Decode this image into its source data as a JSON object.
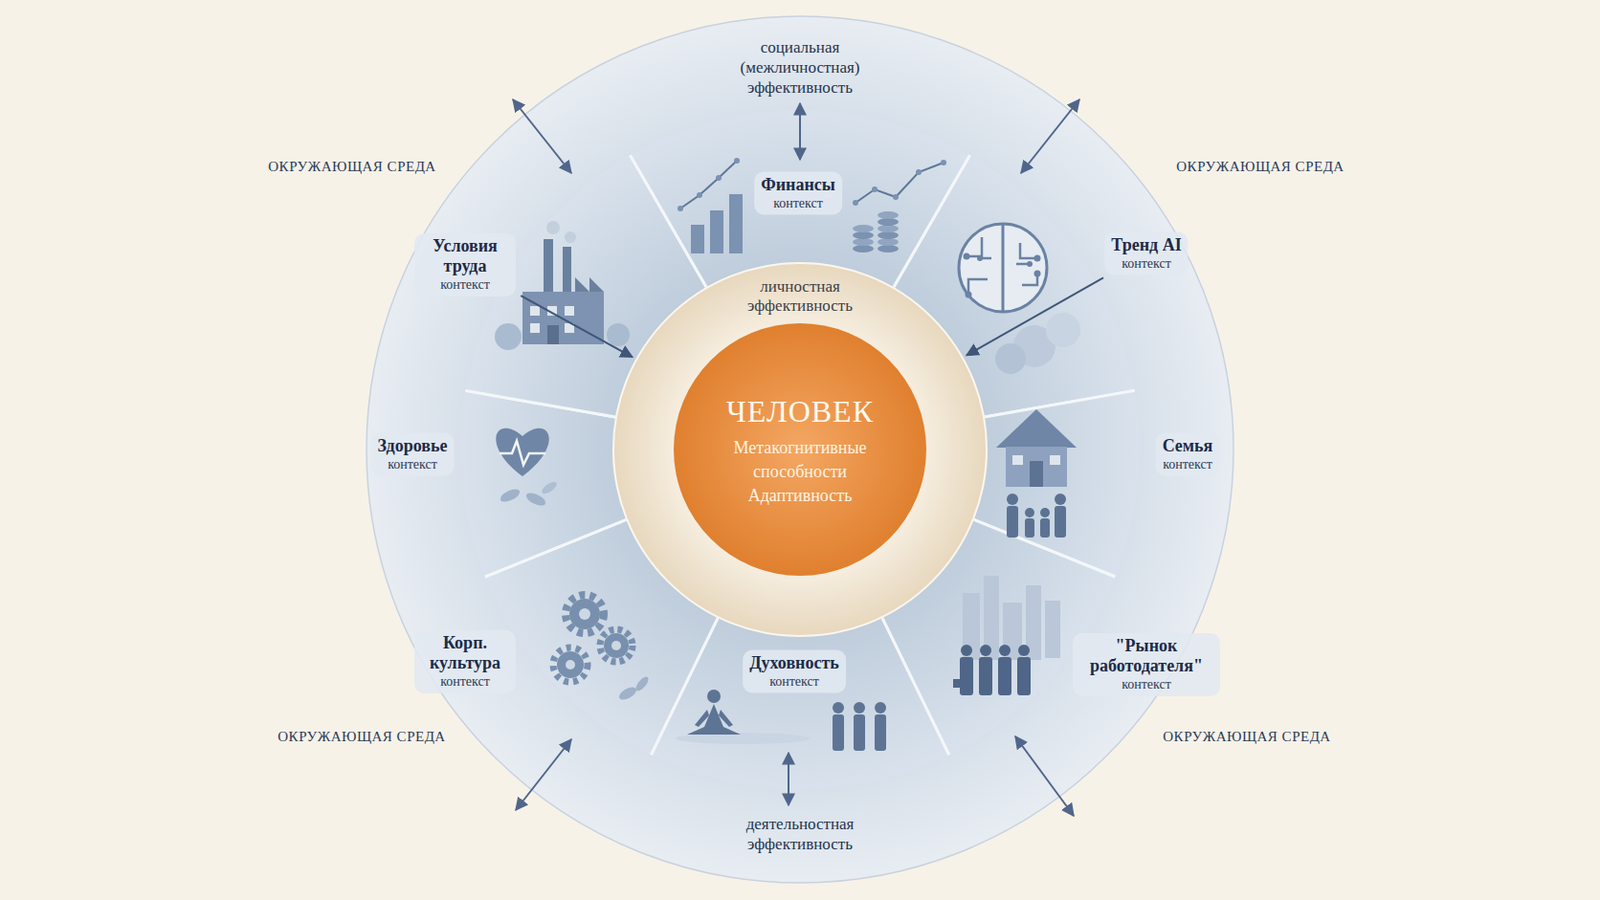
{
  "diagram": {
    "nodes": [
      {
        "text": [
          "ОКРУЖАЮЩАЯ СРЕДА",
          "социальная (межличностная) эффективность",
          "ОКРУЖАЮЩАЯ СРЕДА",
          "ОКРУЖАЮЩАЯ СРЕДА",
          "деятельностная эффективность",
          "ОКРУЖАЮЩАЯ СРЕДА"
        ]
      },
      {
        "text": [
          "Финансы",
          "контекст"
        ],
        "in": 0
      },
      {
        "text": [
          "Тренд AI",
          "контекст"
        ],
        "in": 0
      },
      {
        "text": [
          "Семья",
          "контекст"
        ],
        "in": 0
      },
      {
        "text": [
          "\"Рынок работодателя\"",
          "контекст"
        ],
        "in": 0
      },
      {
        "text": [
          "Духовность",
          "контекст"
        ],
        "in": 0
      },
      {
        "text": [
          "Корп. культура",
          "контекст"
        ],
        "in": 0
      },
      {
        "text": [
          "Здоровье",
          "контекст"
        ],
        "in": 0
      },
      {
        "text": [
          "Условия труда",
          "контекст"
        ],
        "in": 0
      },
      {
        "text": [
          "личностная эффективность"
        ],
        "in": 0
      },
      {
        "text": [
          "ЧЕЛОВЕК",
          "Метакогнитивные способности",
          "Адаптивность"
        ],
        "in": 9
      }
    ],
    "edges": [
      {
        "from": 8,
        "to": 9,
        "arrow": "to"
      },
      {
        "from": 2,
        "to": 9,
        "arrow": "to"
      }
    ]
  }
}
